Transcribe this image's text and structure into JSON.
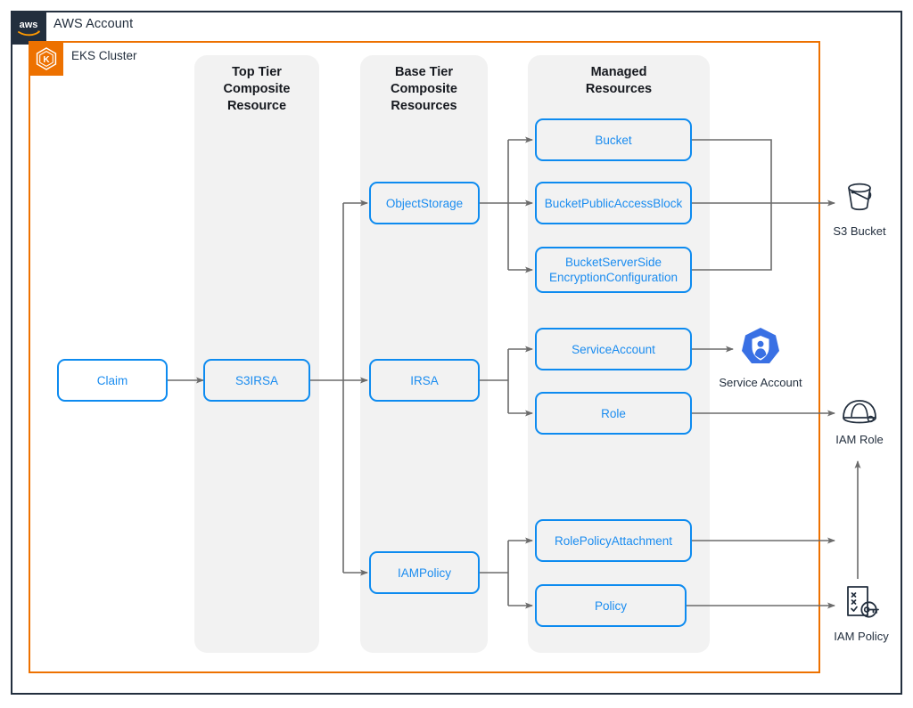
{
  "account": {
    "label": "AWS Account",
    "logo_icon": "aws-logo-icon",
    "border_color": "#232f3e"
  },
  "cluster": {
    "label": "EKS Cluster",
    "icon": "eks-cluster-icon",
    "border_color": "#ed7100"
  },
  "columns": [
    {
      "id": "top-tier",
      "title": "Top Tier\nComposite\nResource",
      "title_lines": [
        "Top Tier",
        "Composite",
        "Resource"
      ]
    },
    {
      "id": "base-tier",
      "title": "Base Tier\nComposite\nResources",
      "title_lines": [
        "Base Tier",
        "Composite",
        "Resources"
      ]
    },
    {
      "id": "managed",
      "title": "Managed\nResources",
      "title_lines": [
        "Managed",
        "Resources"
      ]
    }
  ],
  "nodes": {
    "claim": {
      "label": "Claim"
    },
    "s3irsa": {
      "label": "S3IRSA"
    },
    "object_storage": {
      "label": "ObjectStorage"
    },
    "irsa": {
      "label": "IRSA"
    },
    "iam_policy_composite": {
      "label": "IAMPolicy"
    },
    "bucket": {
      "label": "Bucket"
    },
    "bucket_public_access_block": {
      "label": "BucketPublicAccessBlock"
    },
    "bucket_sse_config": {
      "label": "BucketServerSide\nEncryptionConfiguration",
      "line1": "BucketServerSide",
      "line2": "EncryptionConfiguration"
    },
    "service_account": {
      "label": "ServiceAccount"
    },
    "role": {
      "label": "Role"
    },
    "role_policy_attachment": {
      "label": "RolePolicyAttachment"
    },
    "policy": {
      "label": "Policy"
    }
  },
  "services": [
    {
      "id": "s3-bucket",
      "caption": "S3 Bucket",
      "icon": "s3-bucket-icon"
    },
    {
      "id": "service-account",
      "caption": "Service Account",
      "icon": "kubernetes-service-account-icon"
    },
    {
      "id": "iam-role",
      "caption": "IAM Role",
      "icon": "iam-role-icon"
    },
    {
      "id": "iam-policy",
      "caption": "IAM Policy",
      "icon": "iam-policy-icon"
    }
  ],
  "colors": {
    "node_border": "#0d8bf0",
    "node_text": "#1a8cf0",
    "panel": "#f2f2f2",
    "aws_navy": "#232f3e",
    "eks_orange": "#ed7100",
    "wire": "#6b6b6b",
    "k8s_blue": "#3970e4"
  }
}
